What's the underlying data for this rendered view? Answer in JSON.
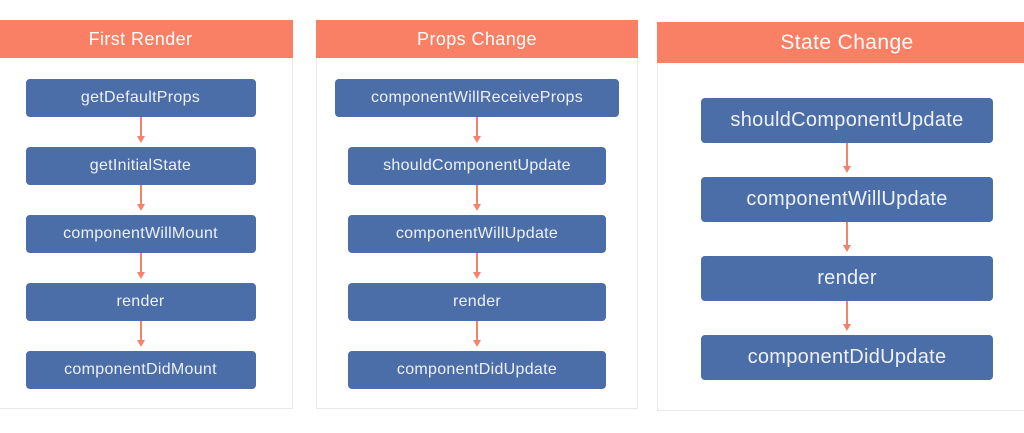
{
  "colors": {
    "header_bg": "#F98064",
    "step_bg": "#4B6DA8",
    "arrow": "#F2826C",
    "card_border": "#E9E9E9",
    "header_text": "#FEFDFD",
    "step_text": "#EDF1F8",
    "page_bg": "#FFFFFF"
  },
  "diagram": {
    "columns": [
      {
        "title": "First Render",
        "steps": [
          "getDefaultProps",
          "getInitialState",
          "componentWillMount",
          "render",
          "componentDidMount"
        ]
      },
      {
        "title": "Props Change",
        "steps": [
          "componentWillReceiveProps",
          "shouldComponentUpdate",
          "componentWillUpdate",
          "render",
          "componentDidUpdate"
        ]
      },
      {
        "title": "State Change",
        "steps": [
          "shouldComponentUpdate",
          "componentWillUpdate",
          "render",
          "componentDidUpdate"
        ]
      }
    ]
  }
}
